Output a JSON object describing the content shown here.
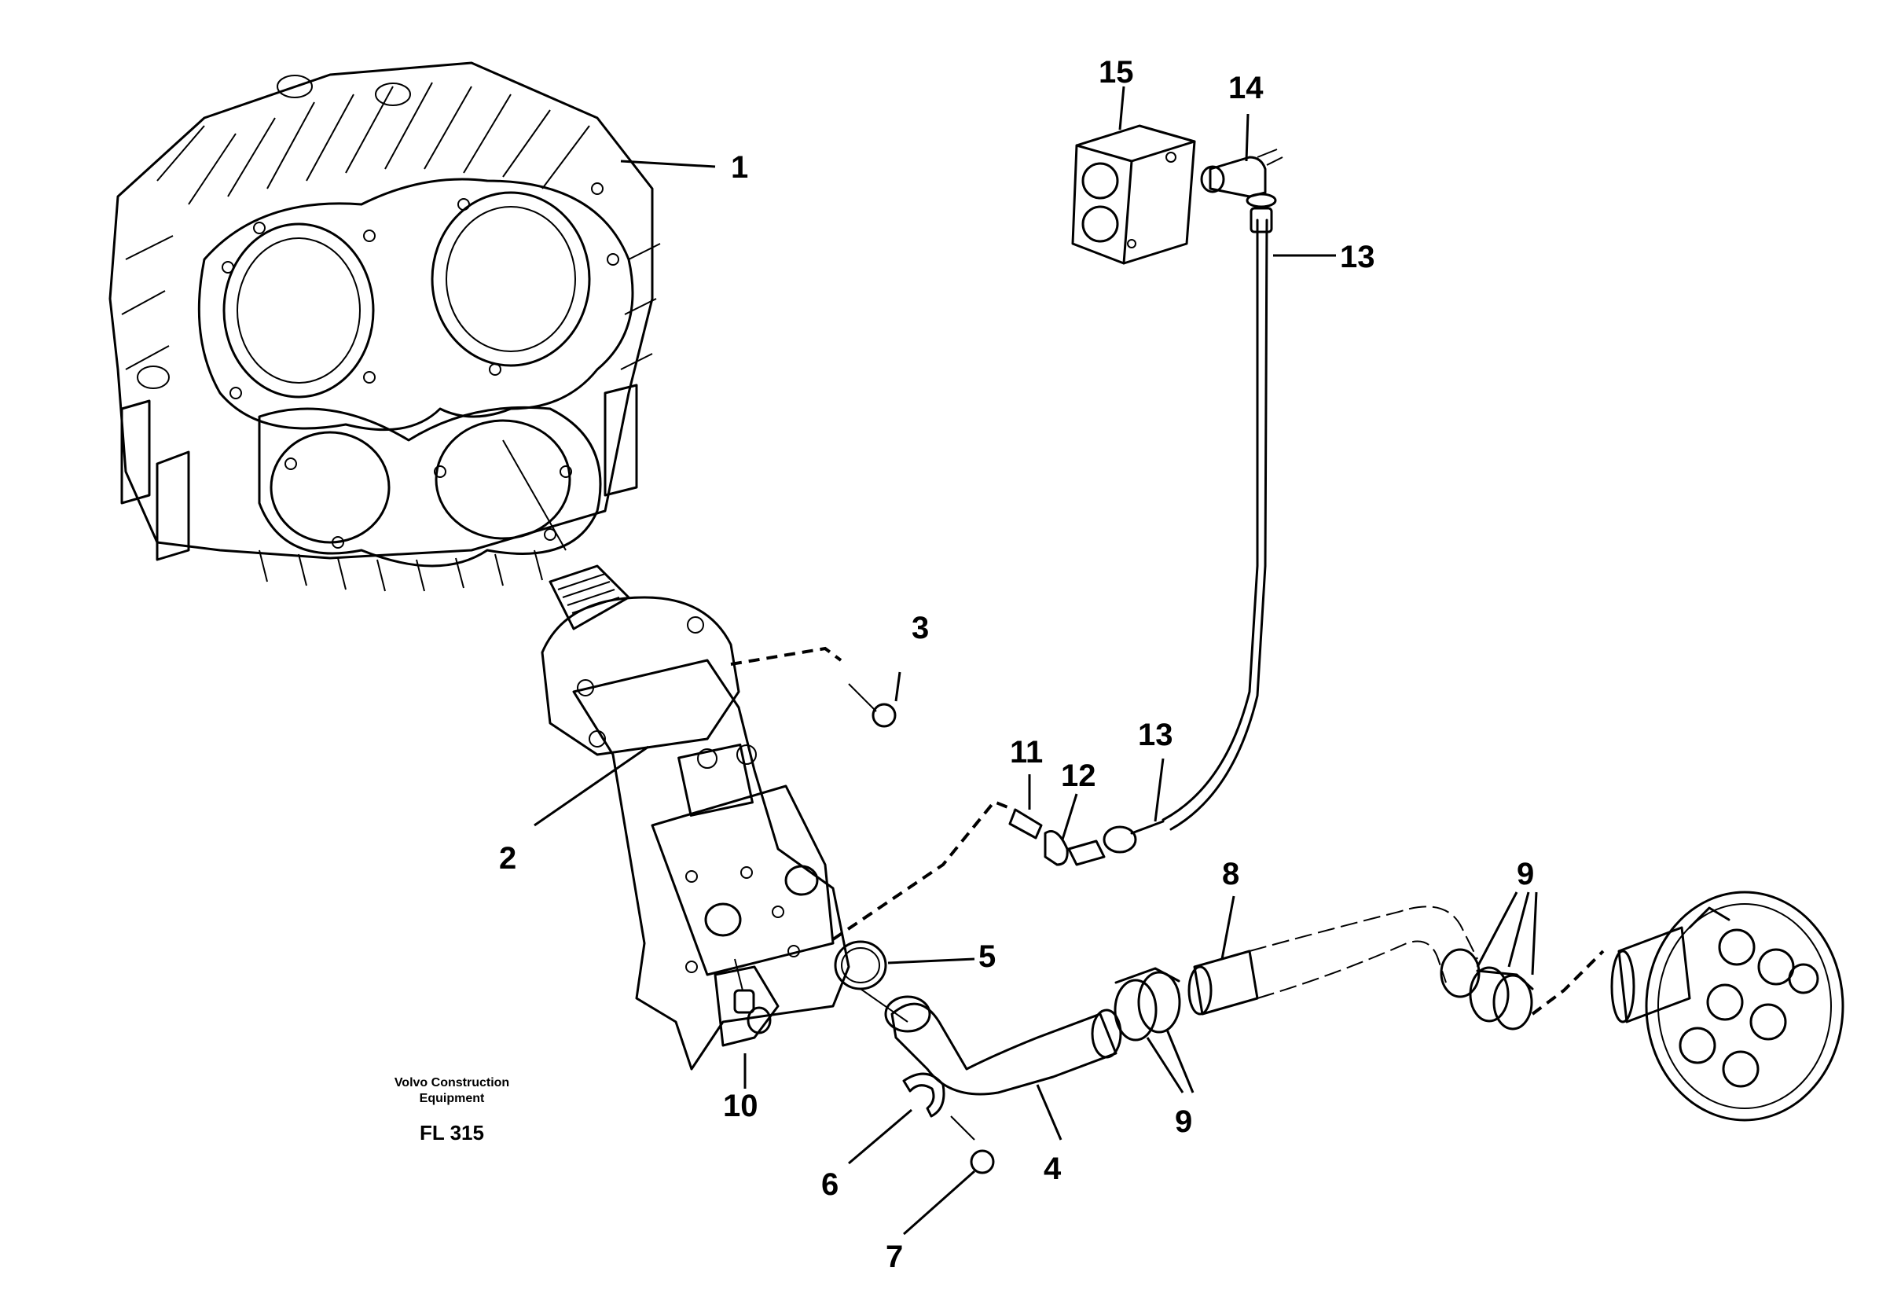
{
  "caption": {
    "company_line1": "Volvo Construction",
    "company_line2": "Equipment",
    "code": "FL 315"
  },
  "callouts": [
    {
      "id": "1",
      "label": "1"
    },
    {
      "id": "2",
      "label": "2"
    },
    {
      "id": "3",
      "label": "3"
    },
    {
      "id": "4",
      "label": "4"
    },
    {
      "id": "5",
      "label": "5"
    },
    {
      "id": "6",
      "label": "6"
    },
    {
      "id": "7",
      "label": "7"
    },
    {
      "id": "8",
      "label": "8"
    },
    {
      "id": "9a",
      "label": "9"
    },
    {
      "id": "9b",
      "label": "9"
    },
    {
      "id": "10",
      "label": "10"
    },
    {
      "id": "11",
      "label": "11"
    },
    {
      "id": "12",
      "label": "12"
    },
    {
      "id": "13a",
      "label": "13"
    },
    {
      "id": "13b",
      "label": "13"
    },
    {
      "id": "14",
      "label": "14"
    },
    {
      "id": "15",
      "label": "15"
    }
  ]
}
